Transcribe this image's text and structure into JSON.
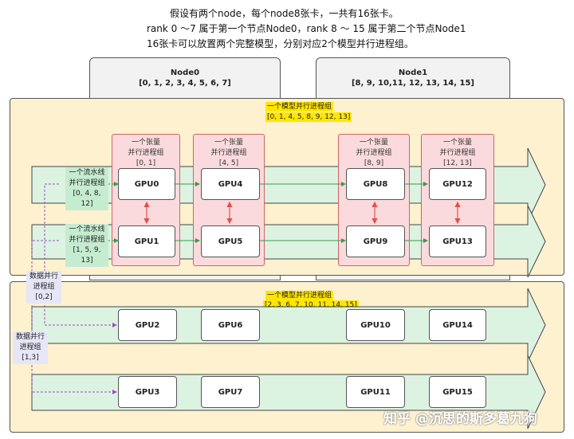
{
  "intro": {
    "line1": "假设有两个node，每个node8张卡，一共有16张卡。",
    "line2": "rank 0 ～7 属于第一个节点Node0，rank 8 ～ 15 属于第二个节点Node1",
    "line3": "16张卡可以放置两个完整模型，分别对应2个模型并行进程组。"
  },
  "nodes": [
    {
      "name": "Node0",
      "ranks": "[0, 1, 2, 3, 4, 5, 6, 7]"
    },
    {
      "name": "Node1",
      "ranks": "[8, 9, 10,11, 12, 13, 14, 15]"
    }
  ],
  "model_parallel_groups": [
    {
      "title": "一个模型并行进程组",
      "ranks": "[0, 1, 4, 5, 8, 9, 12, 13]"
    },
    {
      "title": "一个模型并行进程组",
      "ranks": "[2, 3, 6, 7, 10, 11, 14, 15]"
    }
  ],
  "tensor_parallel_groups": [
    {
      "line1": "一个张量",
      "line2": "并行进程组",
      "ranks": "[0, 1]"
    },
    {
      "line1": "一个张量",
      "line2": "并行进程组",
      "ranks": "[4, 5]"
    },
    {
      "line1": "一个张量",
      "line2": "并行进程组",
      "ranks": "[8, 9]"
    },
    {
      "line1": "一个张量",
      "line2": "并行进程组",
      "ranks": "[12, 13]"
    }
  ],
  "pipeline_groups": [
    {
      "line1": "一个流水线",
      "line2": "并行进程组",
      "ranks": "[0, 4, 8, 12]"
    },
    {
      "line1": "一个流水线",
      "line2": "并行进程组",
      "ranks": "[1, 5, 9, 13]"
    }
  ],
  "data_parallel_groups": [
    {
      "line1": "数据并行",
      "line2": "进程组",
      "ranks": "[0,2]"
    },
    {
      "line1": "数据并行",
      "line2": "进程组",
      "ranks": "[1,3]"
    }
  ],
  "gpus": {
    "row0": [
      "GPU0",
      "GPU4",
      "GPU8",
      "GPU12"
    ],
    "row1": [
      "GPU1",
      "GPU5",
      "GPU9",
      "GPU13"
    ],
    "row2": [
      "GPU2",
      "GPU6",
      "GPU10",
      "GPU14"
    ],
    "row3": [
      "GPU3",
      "GPU7",
      "GPU11",
      "GPU15"
    ]
  },
  "watermark": "知乎 @沉思的斯多葛九狗",
  "colors": {
    "node_bg": "#f2f2f2",
    "model_group_bg": "#fdf1cf",
    "pipeline_arrow_bg": "#ddf3e2",
    "tensor_group_bg": "#fadadd",
    "highlight_yellow": "#ffe600",
    "pipeline_label_bg": "#c6ecd0",
    "data_label_bg": "#e6e6f7",
    "tp_arrow": "#e05050",
    "pp_line": "#3a9a4a",
    "dp_line": "#9a50c8"
  }
}
